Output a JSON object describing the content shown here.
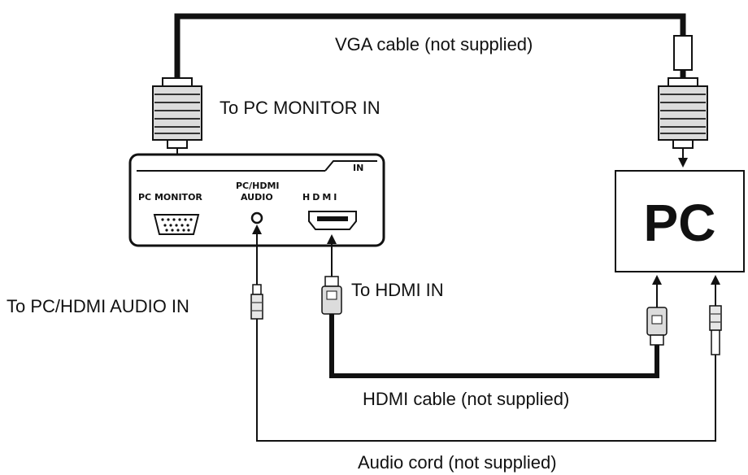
{
  "labels": {
    "vga_cable": "VGA cable (not supplied)",
    "to_pc_monitor_in": "To PC MONITOR IN",
    "to_pc_hdmi_audio_in": "To PC/HDMI AUDIO IN",
    "to_hdmi_in": "To HDMI IN",
    "hdmi_cable": "HDMI cable (not supplied)",
    "audio_cord": "Audio cord (not supplied)"
  },
  "panel": {
    "in_badge": "IN",
    "pc_monitor_port": "PC MONITOR",
    "audio_port_line1": "PC/HDMI",
    "audio_port_line2": "AUDIO",
    "hdmi_logo": "HDMI"
  },
  "pc_box": {
    "label": "PC"
  }
}
